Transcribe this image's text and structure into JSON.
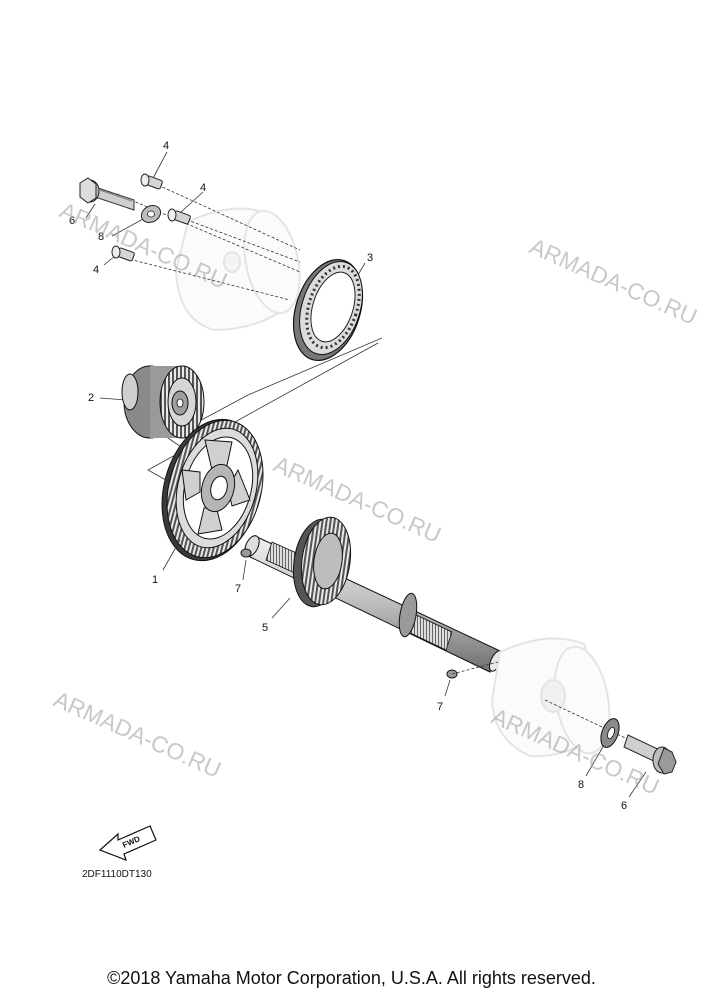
{
  "diagram": {
    "callouts": {
      "c4a": "4",
      "c4b": "4",
      "c4c": "4",
      "c6a": "6",
      "c6b": "6",
      "c8a": "8",
      "c8b": "8",
      "c3": "3",
      "c2": "2",
      "c1": "1",
      "c5": "5",
      "c7a": "7",
      "c7b": "7"
    },
    "watermarks": [
      "ARMADA-CO.RU",
      "ARMADA-CO.RU",
      "ARMADA-CO.RU",
      "ARMADA-CO.RU",
      "ARMADA-CO.RU"
    ],
    "fwd_label": "FWD",
    "diagram_code": "2DF1110DT130"
  },
  "footer": {
    "copyright": "©2018 Yamaha Motor Corporation, U.S.A. All rights reserved."
  }
}
